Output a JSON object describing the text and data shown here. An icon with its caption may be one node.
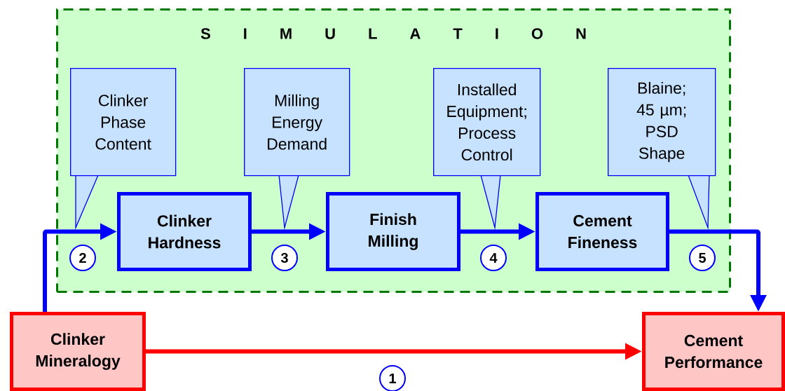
{
  "diagram": {
    "nodes": [
      {
        "text": [
          "S I M U L A T I O N"
        ]
      },
      {
        "text": [
          "Clinker Phase Content"
        ],
        "in": 0
      },
      {
        "text": [
          "Milling Energy Demand"
        ],
        "in": 0
      },
      {
        "text": [
          "Installed Equipment; Process Control"
        ],
        "in": 0
      },
      {
        "text": [
          "Blaine; 45 µm; PSD Shape"
        ],
        "in": 0
      },
      {
        "text": [
          "Clinker Hardness"
        ],
        "in": 0
      },
      {
        "text": [
          "Finish Milling"
        ],
        "in": 0
      },
      {
        "text": [
          "Cement Fineness"
        ],
        "in": 0
      },
      {
        "text": [
          "Clinker Mineralogy"
        ]
      },
      {
        "text": [
          "Cement Performance"
        ]
      },
      {
        "text": [
          "2"
        ],
        "in": 0
      },
      {
        "text": [
          "3"
        ],
        "in": 0
      },
      {
        "text": [
          "4"
        ],
        "in": 0
      },
      {
        "text": [
          "5"
        ],
        "in": 0
      },
      {
        "text": [
          "1"
        ]
      }
    ],
    "edges": [
      {
        "from": 8,
        "to": 5,
        "arrow": "to"
      },
      {
        "from": 5,
        "to": 6,
        "arrow": "to"
      },
      {
        "from": 6,
        "to": 7,
        "arrow": "to"
      },
      {
        "from": 7,
        "to": 9,
        "arrow": "to"
      },
      {
        "from": 8,
        "to": 9,
        "arrow": "to",
        "color": "#ff0000"
      }
    ]
  }
}
